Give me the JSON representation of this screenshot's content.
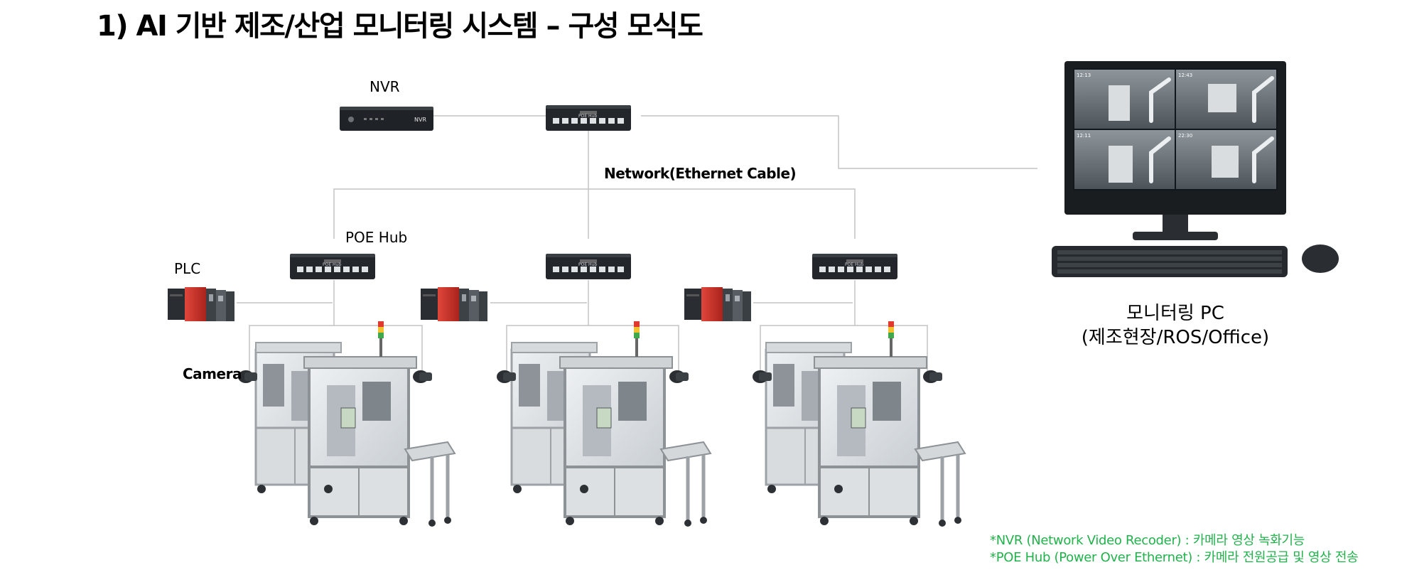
{
  "title": "1) AI 기반 제조/산업 모니터링 시스템 – 구성 모식도",
  "labels": {
    "nvr": "NVR",
    "network": "Network(Ethernet Cable)",
    "poe_hub": "POE Hub",
    "plc": "PLC",
    "camera": "Camera",
    "nvr_device_text": "NVR",
    "hub_device_text": "POE Hub"
  },
  "monitor_pc": {
    "line1": "모니터링 PC",
    "line2": "(제조현장/ROS/Office)",
    "screen_timestamps": [
      "12:13",
      "12:43",
      "12:11",
      "22:30"
    ]
  },
  "notes": [
    "*NVR (Network Video Recoder) : 카메라 영상 녹화기능",
    "*POE Hub (Power Over Ethernet) : 카메라 전원공급 및 영상 전송"
  ],
  "colors": {
    "note_green": "#22b24c",
    "device_dark": "#1f2328",
    "plc_red": "#d8322a",
    "frame_gray": "#c9ccd0",
    "line_gray": "#bfbfbf"
  }
}
